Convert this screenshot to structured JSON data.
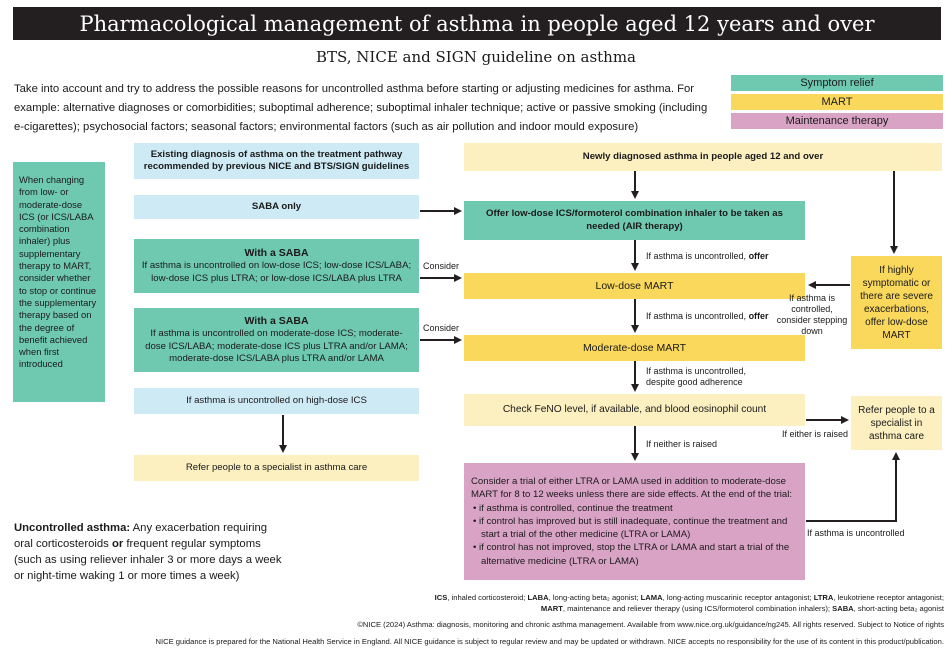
{
  "title": "Pharmacological management of asthma in people aged 12 years and over",
  "subtitle": "BTS, NICE and SIGN guideline on asthma",
  "intro": "Take into account and try to address the possible reasons for uncontrolled asthma before starting or adjusting medicines for asthma. For example: alternative diagnoses or comorbidities; suboptimal adherence; suboptimal inhaler technique; active or passive smoking (including e-cigarettes); psychosocial factors; seasonal factors; environmental factors (such as air pollution and indoor mould exposure)",
  "legend": {
    "symptom_relief": "Symptom relief",
    "mart": "MART",
    "maintenance": "Maintenance therapy"
  },
  "colors": {
    "symptom_relief": "#cdeaf5",
    "maintenance": "#6fc9b0",
    "mart": "#f9d85b",
    "neutral": "#fcefc0",
    "trial": "#d9a3c6",
    "legend_symptom_relief": "#6fc9b0",
    "legend_maintenance": "#d9a3c6"
  },
  "side_note": "When changing from low- or moderate-dose ICS (or ICS/LABA combination inhaler) plus supplementary therapy to MART, consider whether to stop or continue the supplementary therapy based on the degree of benefit achieved when first introduced",
  "left": {
    "existing": "Existing diagnosis of asthma on the treatment pathway recommended by previous NICE and BTS/SIGN guidelines",
    "saba_only": "SABA only",
    "with_saba_1_title": "With a SABA",
    "with_saba_1_text": "If asthma is uncontrolled on low-dose ICS; low-dose ICS/LABA; low-dose ICS plus LTRA; or low-dose ICS/LABA plus LTRA",
    "with_saba_2_title": "With a SABA",
    "with_saba_2_text": "If asthma is uncontrolled on moderate-dose ICS; moderate-dose ICS/LABA; moderate-dose ICS plus LTRA and/or LAMA; moderate-dose ICS/LABA plus LTRA and/or LAMA",
    "high_dose": "If asthma is uncontrolled on high-dose ICS",
    "refer": "Refer people to a specialist in asthma care"
  },
  "center": {
    "newly": "Newly diagnosed asthma in people aged 12 and over",
    "air": "Offer low-dose ICS/formoterol combination inhaler to be taken as needed (AIR therapy)",
    "low_mart": "Low-dose MART",
    "moderate_mart": "Moderate-dose MART",
    "feno": "Check FeNO level, if available, and blood eosinophil count",
    "trial_intro": "Consider a trial of either LTRA or LAMA used in addition to moderate-dose MART for 8 to 12 weeks unless there are side effects. At the end of the trial:",
    "trial_b1": "if asthma is controlled, continue the treatment",
    "trial_b2": "if control has improved but is still inadequate, continue the treatment and start a trial of the other medicine (LTRA or LAMA)",
    "trial_b3": "if control has not improved, stop the LTRA or LAMA and start a trial of the alternative medicine (LTRA or LAMA)"
  },
  "right": {
    "highly": "If highly symptomatic or there are severe exacerbations, offer low-dose MART",
    "refer": "Refer people to a specialist in asthma care"
  },
  "labels": {
    "consider1": "Consider",
    "consider2": "Consider",
    "uncontrolled_offer_1a": "If asthma is uncontrolled, ",
    "uncontrolled_offer_1b": "offer",
    "uncontrolled_offer_2a": "If asthma is uncontrolled, ",
    "uncontrolled_offer_2b": "offer",
    "despite": "If asthma is uncontrolled, despite good adherence",
    "neither": "If neither is raised",
    "either": "If either is raised",
    "stepping_down": "If asthma is controlled, consider stepping down",
    "uncontrolled_right": "If asthma is uncontrolled"
  },
  "uncontrolled_def_term": "Uncontrolled asthma:",
  "uncontrolled_def_a": " Any exacerbation requiring oral corticosteroids ",
  "uncontrolled_def_or": "or",
  "uncontrolled_def_b": " frequent regular symptoms (such as using reliever inhaler 3 or more days a week or night-time waking 1 or more times a week)",
  "abbreviations": {
    "ics_k": "ICS",
    "ics_v": ", inhaled corticosteroid; ",
    "laba_k": "LABA",
    "laba_v": ", long-acting beta₂ agonist; ",
    "lama_k": "LAMA",
    "lama_v": ", long-acting muscarinic receptor antagonist; ",
    "ltra_k": "LTRA",
    "ltra_v": ", leukotriene receptor antagonist;",
    "mart_k": "MART",
    "mart_v": ", maintenance and reliever therapy (using ICS/formoterol combination inhalers); ",
    "saba_k": "SABA",
    "saba_v": ", short-acting beta₂ agonist"
  },
  "copyright": "©NICE (2024) Asthma: diagnosis, monitoring and chronic asthma management. Available from www.nice.org.uk/guidance/ng245. All rights reserved. Subject to Notice of rights",
  "disclaimer": "NICE guidance is prepared for the National Health Service in England. All NICE guidance is subject to regular review and may be updated or withdrawn. NICE accepts no responsibility for the use of its content in this product/publication."
}
